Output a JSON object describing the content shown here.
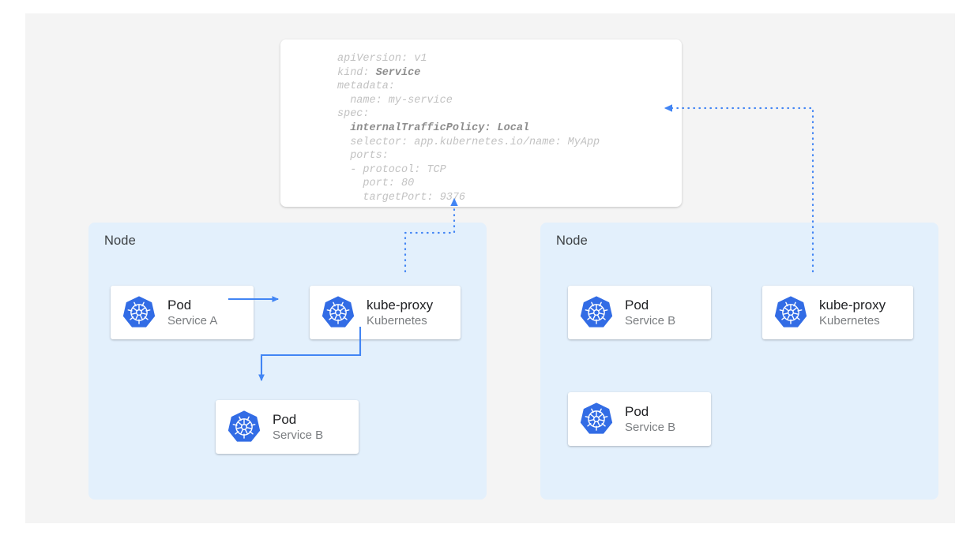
{
  "canvas": {
    "background": "#f4f4f4",
    "page_background": "#ffffff"
  },
  "colors": {
    "node_panel": "#e3f0fc",
    "card_background": "#ffffff",
    "arrow_blue": "#4285f4",
    "k8s_blue": "#326ce5",
    "title_text": "#202124",
    "subtitle_text": "#7a7d80",
    "code_text": "#c2c2c2",
    "code_bold_text": "#8d8d8d"
  },
  "yaml_card": {
    "name": "service-manifest",
    "lines": [
      {
        "text": "apiVersion: v1",
        "bold": ""
      },
      {
        "text": "kind: ",
        "bold": "Service"
      },
      {
        "text": "metadata:",
        "bold": ""
      },
      {
        "text": "  name: my-service",
        "bold": ""
      },
      {
        "text": "spec:",
        "bold": ""
      },
      {
        "text": "  ",
        "bold": "internalTrafficPolicy: Local"
      },
      {
        "text": "  selector: app.kubernetes.io/name: MyApp",
        "bold": ""
      },
      {
        "text": "  ports:",
        "bold": ""
      },
      {
        "text": "  - protocol: TCP",
        "bold": ""
      },
      {
        "text": "    port: 80",
        "bold": ""
      },
      {
        "text": "    targetPort: 9376",
        "bold": ""
      }
    ]
  },
  "nodes": [
    {
      "label": "Node",
      "cards": [
        {
          "title": "Pod",
          "subtitle": "Service A",
          "icon": "kubernetes-icon"
        },
        {
          "title": "kube-proxy",
          "subtitle": "Kubernetes",
          "icon": "kubernetes-icon"
        },
        {
          "title": "Pod",
          "subtitle": "Service B",
          "icon": "kubernetes-icon"
        }
      ]
    },
    {
      "label": "Node",
      "cards": [
        {
          "title": "Pod",
          "subtitle": "Service B",
          "icon": "kubernetes-icon"
        },
        {
          "title": "kube-proxy",
          "subtitle": "Kubernetes",
          "icon": "kubernetes-icon"
        },
        {
          "title": "Pod",
          "subtitle": "Service B",
          "icon": "kubernetes-icon"
        }
      ]
    }
  ],
  "connectors": [
    {
      "name": "pod-a-to-kube-proxy",
      "style": "solid",
      "from": "Pod Service A",
      "to": "kube-proxy (left node)"
    },
    {
      "name": "kube-proxy-to-pod-b",
      "style": "solid",
      "from": "kube-proxy (left node)",
      "to": "Pod Service B (left node)"
    },
    {
      "name": "left-kube-proxy-to-service",
      "style": "dotted",
      "from": "kube-proxy (left node)",
      "to": "Service manifest"
    },
    {
      "name": "right-kube-proxy-to-service",
      "style": "dotted",
      "from": "kube-proxy (right node)",
      "to": "Service manifest"
    }
  ]
}
